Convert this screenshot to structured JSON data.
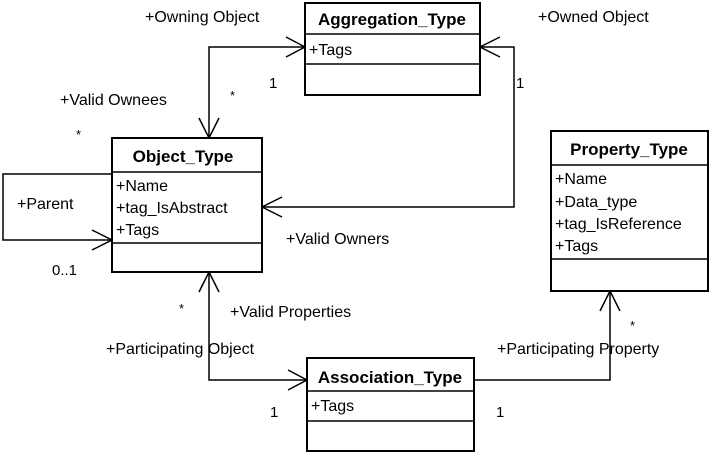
{
  "classes": {
    "aggregation": {
      "name": "Aggregation_Type",
      "attrs": [
        "+Tags"
      ]
    },
    "object": {
      "name": "Object_Type",
      "attrs": [
        "+Name",
        "+tag_IsAbstract",
        "+Tags"
      ]
    },
    "property": {
      "name": "Property_Type",
      "attrs": [
        "+Name",
        "+Data_type",
        "+tag_IsReference",
        "+Tags"
      ]
    },
    "association": {
      "name": "Association_Type",
      "attrs": [
        "+Tags"
      ]
    }
  },
  "roles": {
    "owning_object": "+Owning Object",
    "owned_object": "+Owned Object",
    "valid_ownees": "+Valid Ownees",
    "valid_owners": "+Valid Owners",
    "parent": "+Parent",
    "valid_properties": "+Valid Properties",
    "participating_object": "+Participating Object",
    "participating_property": "+Participating Property"
  },
  "multiplicities": {
    "agg_left_one": "1",
    "agg_right_one": "1",
    "ownees_star": "*",
    "parent_star": "*",
    "parent_range": "0..1",
    "properties_star": "*",
    "assoc_left_one": "1",
    "assoc_right_one": "1",
    "property_star": "*"
  }
}
